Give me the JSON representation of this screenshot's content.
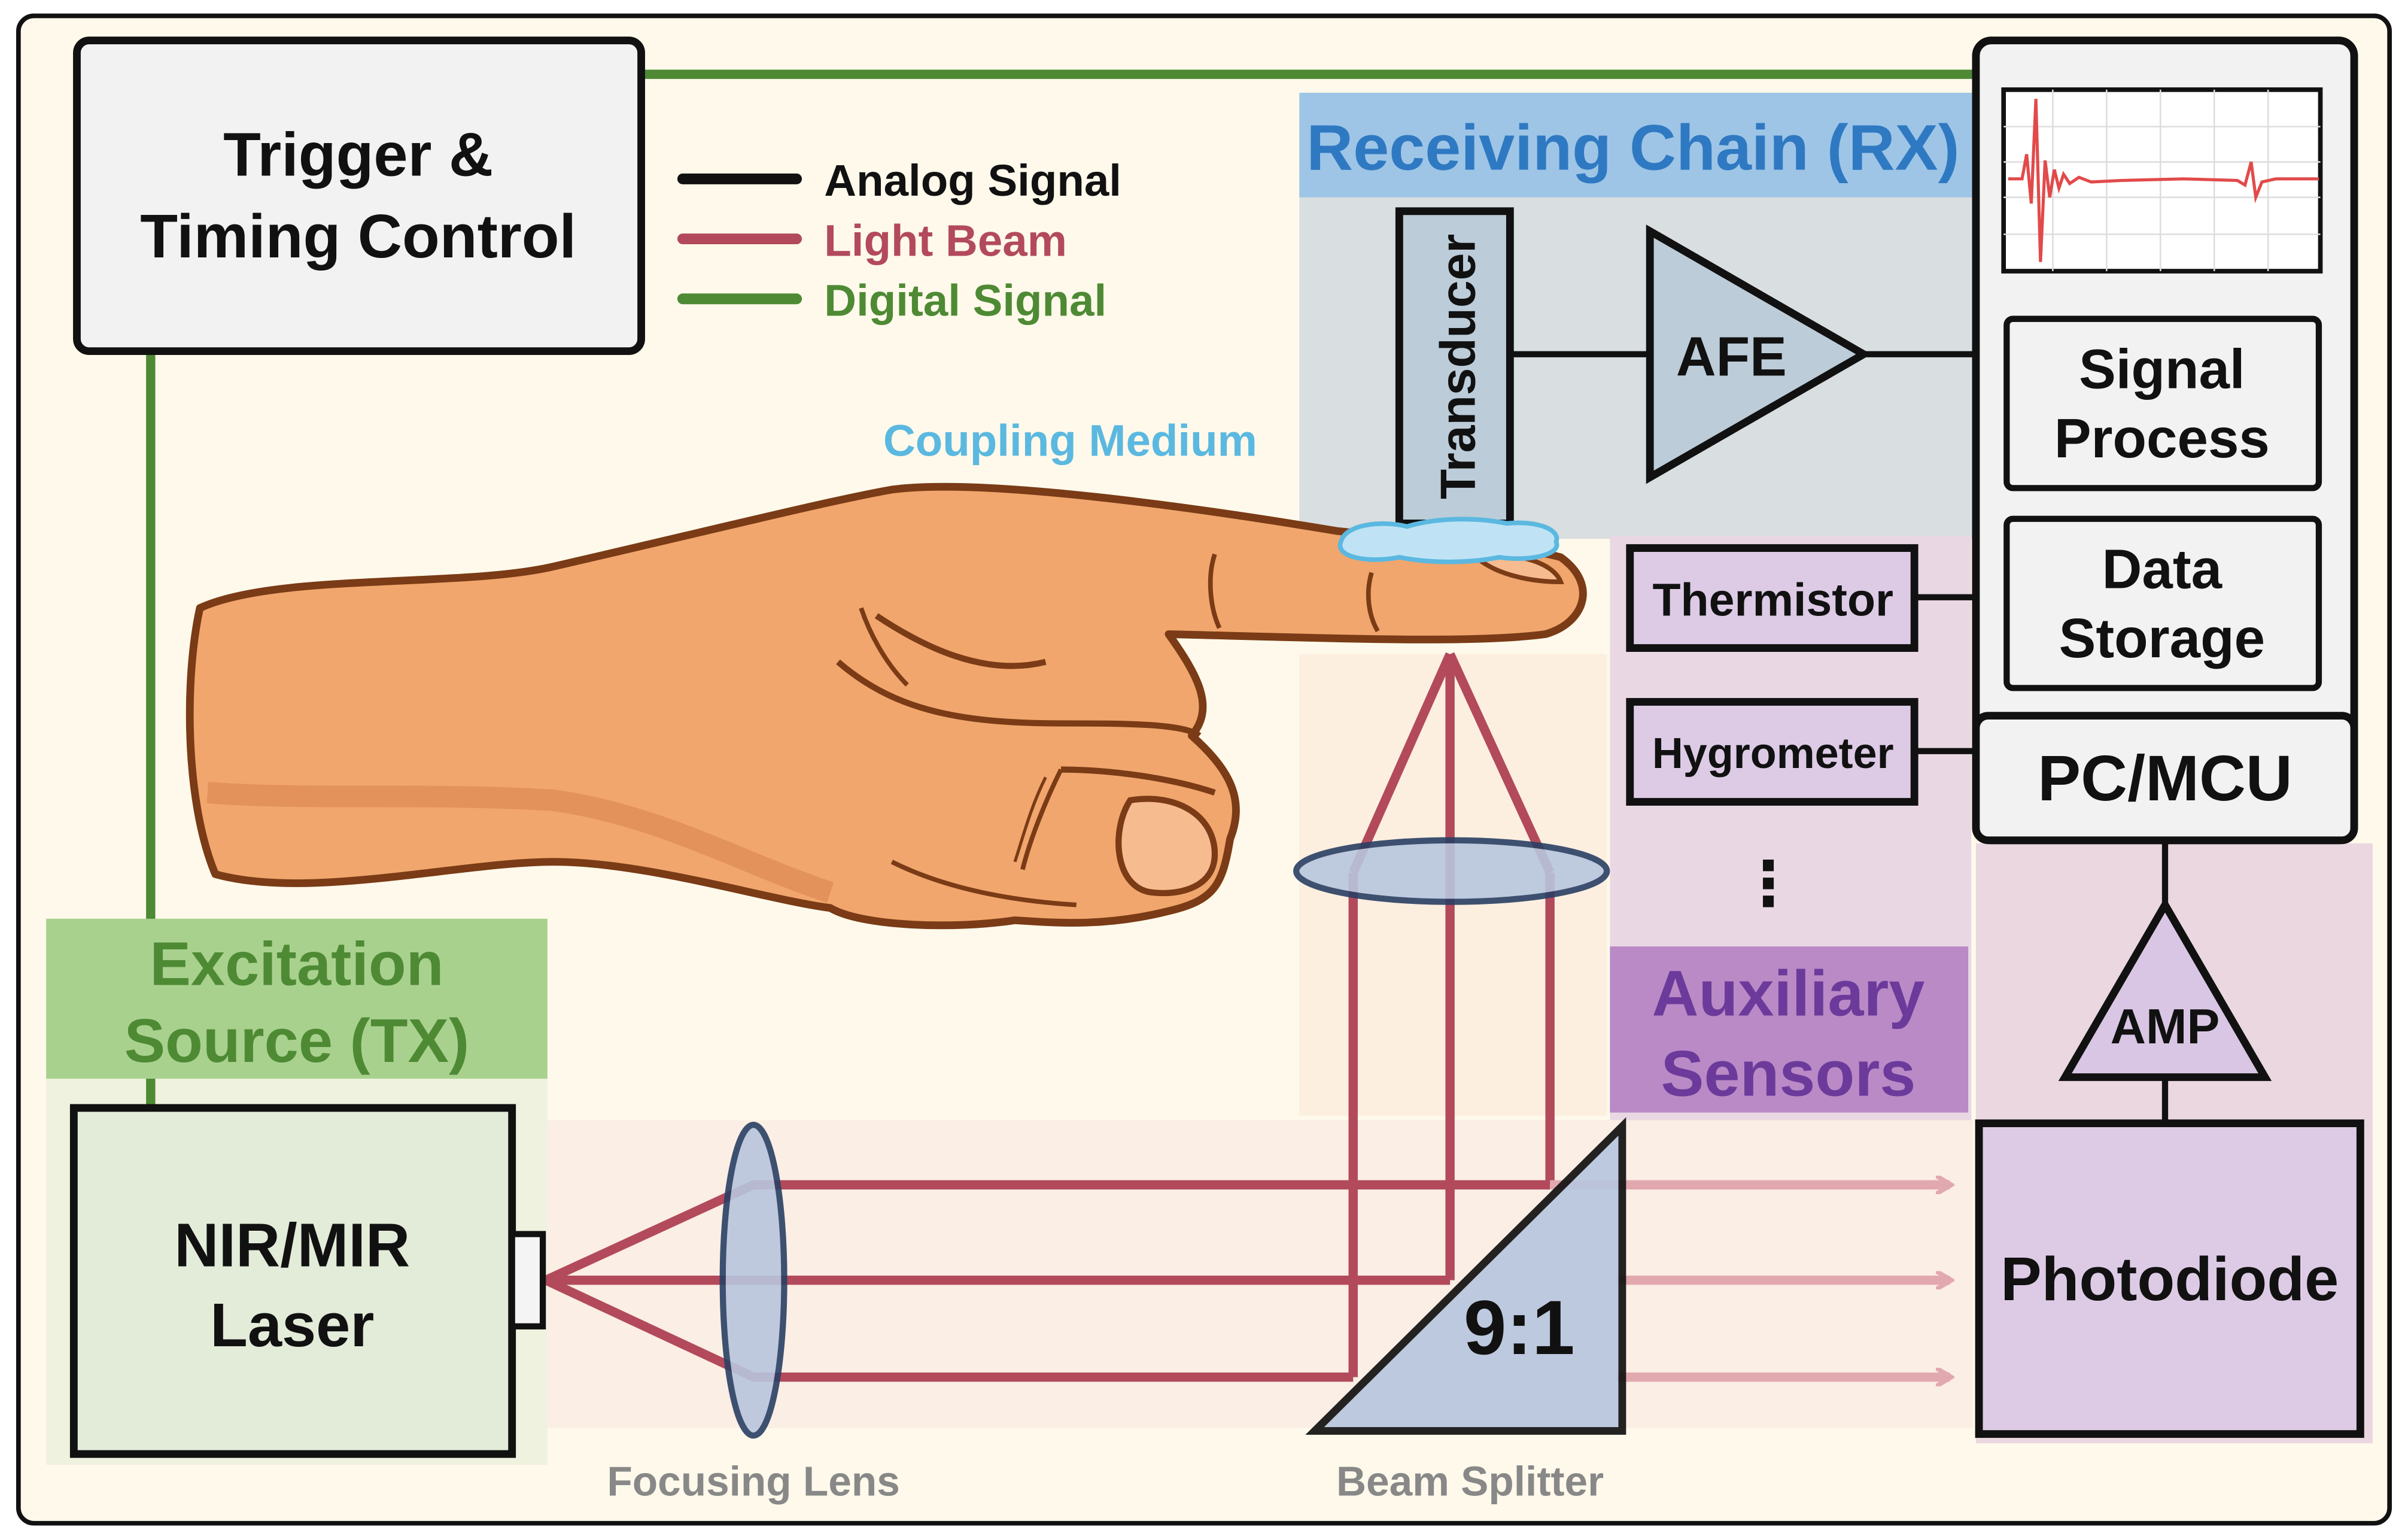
{
  "colors": {
    "analog": "#111111",
    "light": "#b24a5c",
    "digital": "#4e8a34",
    "coupling": "#5bb8e0",
    "aux": "#6c3a9a",
    "bg": "#fef9ea"
  },
  "legend": {
    "analog": "Analog Signal",
    "light": "Light Beam",
    "digital": "Digital Signal"
  },
  "trigger": {
    "line1": "Trigger &",
    "line2": "Timing Control"
  },
  "rx": {
    "title": "Receiving Chain (RX)",
    "transducer": "Transducer",
    "afe": "AFE"
  },
  "coupling_medium": "Coupling Medium",
  "pc": {
    "signal1": "Signal",
    "signal2": "Process",
    "data1": "Data",
    "data2": "Storage",
    "mcu": "PC/MCU"
  },
  "aux": {
    "thermistor": "Thermistor",
    "hygrometer": "Hygrometer",
    "more": "⋮",
    "title1": "Auxiliary",
    "title2": "Sensors"
  },
  "tx": {
    "title1": "Excitation",
    "title2": "Source (TX)",
    "laser1": "NIR/MIR",
    "laser2": "Laser"
  },
  "amp": "AMP",
  "photodiode": "Photodiode",
  "splitter": {
    "ratio": "9:1",
    "label": "Beam Splitter"
  },
  "focusing_lens": "Focusing Lens",
  "icons": [
    "waveform-icon",
    "hand-icon",
    "lens-icon",
    "beam-splitter-icon",
    "amplifier-icon"
  ]
}
